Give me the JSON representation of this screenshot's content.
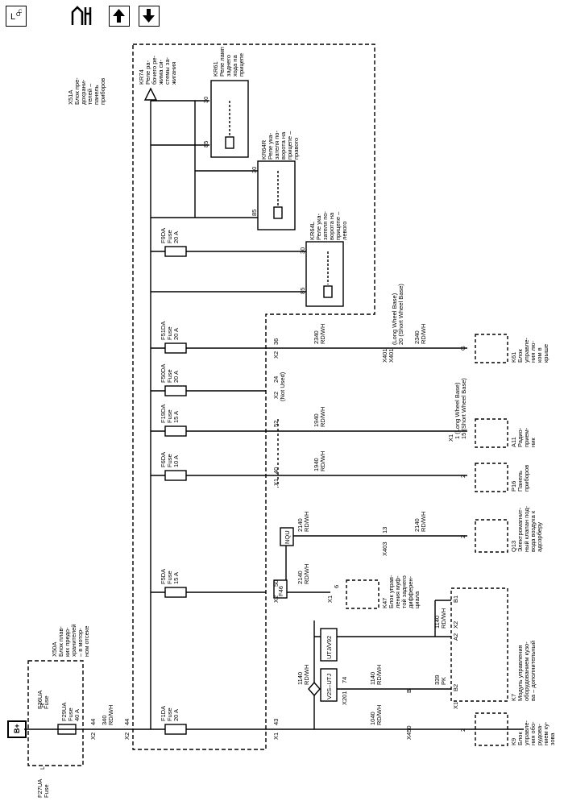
{
  "toolbar": {
    "location_icon": "location-icon",
    "nav_icon": "connector-nav-icon",
    "up_icon": "arrow-up-icon",
    "down_icon": "arrow-down-icon"
  },
  "power": {
    "bplus": "B+"
  },
  "x50a": {
    "id": "X50A",
    "desc": [
      "Блок плав-",
      "ких предо-",
      "хранителей",
      "– в мотор-",
      "ном отсеке"
    ]
  },
  "x51a": {
    "id": "X51A",
    "desc": [
      "Блок пре-",
      "дохрани-",
      "телей –",
      "панель",
      "приборов"
    ]
  },
  "fuses": {
    "f36ua": [
      "F36UA",
      "Fuse"
    ],
    "f29ua": [
      "F29UA",
      "Fuse",
      "40 A"
    ],
    "f27ua": [
      "F27UA",
      "Fuse"
    ],
    "f1da": [
      "F1DA",
      "Fuse",
      "20 A"
    ],
    "f5da": [
      "F5DA",
      "Fuse",
      "15 A"
    ],
    "f6da": [
      "F6DA",
      "Fuse",
      "10 A"
    ],
    "f19da": [
      "F19DA",
      "Fuse",
      "15 A"
    ],
    "f50da": [
      "F50DA",
      "Fuse",
      "20 A"
    ],
    "f51da": [
      "F51DA",
      "Fuse",
      "20 A"
    ],
    "f9da": [
      "F9DA",
      "Fuse",
      "20 A"
    ]
  },
  "kr74": {
    "id": "KR74",
    "desc": [
      "Реле ра-",
      "бочего ре-",
      "жима си-",
      "стемы за-",
      "жигания"
    ]
  },
  "kr61": {
    "id": "KR61",
    "desc": [
      "Реле ламп",
      "заднего",
      "хода на",
      "прицепе"
    ]
  },
  "kr64r": {
    "id": "KR64R",
    "desc": [
      "Реле ука-",
      "зателя по-",
      "ворота на",
      "прицепе –",
      "правого"
    ]
  },
  "kr64l": {
    "id": "KR64L",
    "desc": [
      "Реле ука-",
      "зателя по-",
      "ворота на",
      "прицепе –",
      "левого"
    ]
  },
  "circuits": {
    "c340": [
      "340",
      "RD/WH"
    ],
    "c1140a": [
      "1140",
      "RD/WH"
    ],
    "c1140b": [
      "1140",
      "RD/WH"
    ],
    "c1140c": [
      "1140",
      "RD/WH"
    ],
    "c1040": [
      "1040",
      "RD/WH"
    ],
    "c339": [
      "339",
      "PK"
    ],
    "c2140a": [
      "2140",
      "RD/WH"
    ],
    "c2140b": [
      "2140",
      "RD/WH"
    ],
    "c2140c": [
      "2140",
      "RD/WH"
    ],
    "c1940a": [
      "1940",
      "RD/WH"
    ],
    "c1940b": [
      "1940",
      "RD/WH"
    ],
    "c2340a": [
      "2340",
      "RD/WH"
    ],
    "c2340b": [
      "2340",
      "RD/WH"
    ]
  },
  "connectors": {
    "x2": "X2",
    "x1": "X1",
    "x201": "X201",
    "x450": "X450",
    "x403": "X403",
    "x401": "X401",
    "not_used": "(Not Used)"
  },
  "options": {
    "utjv92": "UTJ/V92",
    "v2sutj": "V2S–UTJ",
    "f46": "F46",
    "nqu": "NQU"
  },
  "long_short": {
    "lwb1": "1 (Long Wheel Base)",
    "swb15": "15 (Short Wheel Base)",
    "lwb401": "(Long Wheel Base)",
    "swb20": "20 (Short Wheel Base)"
  },
  "pins": {
    "p44a": "44",
    "p44b": "44",
    "p43": "43",
    "p50": "50",
    "p40": "40",
    "p52": "52",
    "p24": "24",
    "p36": "36",
    "p74": "74",
    "pB": "B",
    "p6": "6",
    "p13": "13",
    "p2a": "2",
    "p2b": "2",
    "p2c": "2",
    "p2d": "2",
    "pG": "G",
    "pB1": "B1",
    "pA2": "A2",
    "pB2": "B2",
    "pL": "L",
    "pR": "R",
    "p30a": "30",
    "p85a": "85",
    "p30b": "30",
    "p85b": "85",
    "p30c": "30",
    "p85c": "85",
    "p1": "1"
  },
  "modules": {
    "k9": [
      "K9",
      "Блок",
      "управле-",
      "ния обо-",
      "рудова-",
      "нием ку-",
      "зова"
    ],
    "k7": [
      "K7",
      "Модуль управления",
      "оборудованием кузо-",
      "ва – дополнительный"
    ],
    "k47": [
      "K47",
      "Блок управ-",
      "ления муф-",
      "той заднего",
      "дифферен-",
      "циала"
    ],
    "q13": [
      "Q13",
      "Электромагнит-",
      "ный клапан под-",
      "вода воздуха к",
      "адсорберу"
    ],
    "p16": [
      "P16",
      "Панель",
      "приборов"
    ],
    "a11": [
      "A11",
      "Радио-",
      "прием-",
      "ник"
    ],
    "k61": [
      "K61",
      "Блок",
      "управле-",
      "ния лю-",
      "ком в",
      "крыше"
    ]
  }
}
